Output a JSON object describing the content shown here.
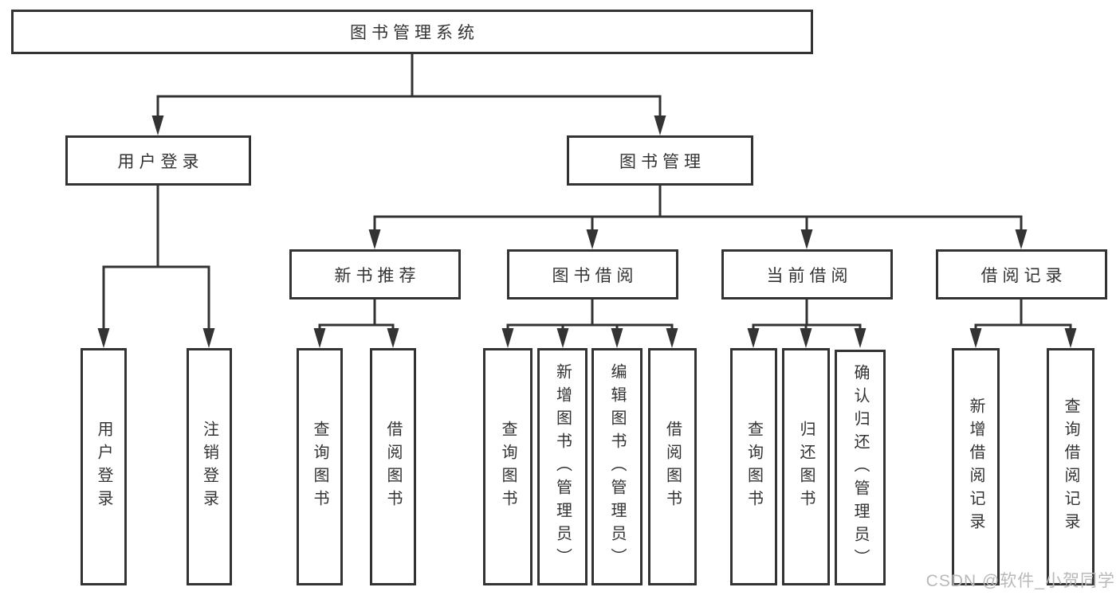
{
  "diagram": {
    "title": "图书管理系统",
    "root": {
      "label": "图书管理系统"
    },
    "level2": [
      {
        "label": "用户登录"
      },
      {
        "label": "图书管理"
      }
    ],
    "level3": [
      {
        "label": "新书推荐",
        "parent": "图书管理"
      },
      {
        "label": "图书借阅",
        "parent": "图书管理"
      },
      {
        "label": "当前借阅",
        "parent": "图书管理"
      },
      {
        "label": "借阅记录",
        "parent": "图书管理"
      }
    ],
    "leaves": [
      {
        "label": "用户登录",
        "parent": "用户登录"
      },
      {
        "label": "注销登录",
        "parent": "用户登录"
      },
      {
        "label": "查询图书",
        "parent": "新书推荐"
      },
      {
        "label": "借阅图书",
        "parent": "新书推荐"
      },
      {
        "label": "查询图书",
        "parent": "图书借阅"
      },
      {
        "label": "新增图书（管理员）",
        "parent": "图书借阅"
      },
      {
        "label": "编辑图书（管理员）",
        "parent": "图书借阅"
      },
      {
        "label": "借阅图书",
        "parent": "图书借阅"
      },
      {
        "label": "查询图书",
        "parent": "当前借阅"
      },
      {
        "label": "归还图书",
        "parent": "当前借阅"
      },
      {
        "label": "确认归还（管理员）",
        "parent": "当前借阅"
      },
      {
        "label": "新增借阅记录",
        "parent": "借阅记录"
      },
      {
        "label": "查询借阅记录",
        "parent": "借阅记录"
      }
    ],
    "watermark": "CSDN @软件_小贺同学",
    "colors": {
      "line": "#333333",
      "text": "#333333",
      "watermark": "#b9b9b9",
      "background": "#ffffff"
    }
  }
}
